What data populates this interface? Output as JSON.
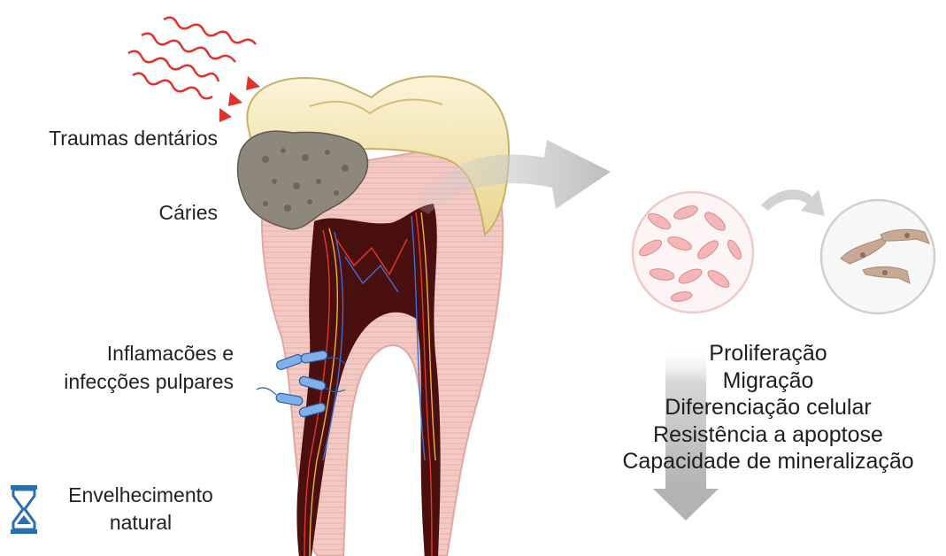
{
  "labels": {
    "trauma": "Traumas dentários",
    "caries": "Cáries",
    "inflammation_line1": "Inflamacões e",
    "inflammation_line2": "infecções pulpares",
    "aging_line1": "Envelhecimento",
    "aging_line2": "natural"
  },
  "effects": [
    "Proliferação",
    "Migração",
    "Diferenciação celular",
    "Resistência a apoptose",
    "Capacidade de mineralização"
  ],
  "icons": {
    "trauma": "wavy-arrows-icon",
    "aging": "hourglass-icon",
    "bacteria": "bacteria-icon",
    "healthy_cells": "healthy-cells-circle",
    "aged_cells": "aged-cells-circle",
    "transition": "curved-arrow-icon",
    "decrease": "down-arrow-icon"
  },
  "colors": {
    "enamel": "#f3e6b0",
    "enamel_edge": "#c9b06a",
    "gum": "#f2c3bf",
    "pulp": "#4a1010",
    "caries": "#8d877c",
    "trauma_arrows": "#e0322a",
    "arrow_gray": "#c3c3c3",
    "healthy_cell": "#f4b6b6",
    "aged_cell": "#c8a893",
    "hourglass": "#2a6fb0"
  }
}
